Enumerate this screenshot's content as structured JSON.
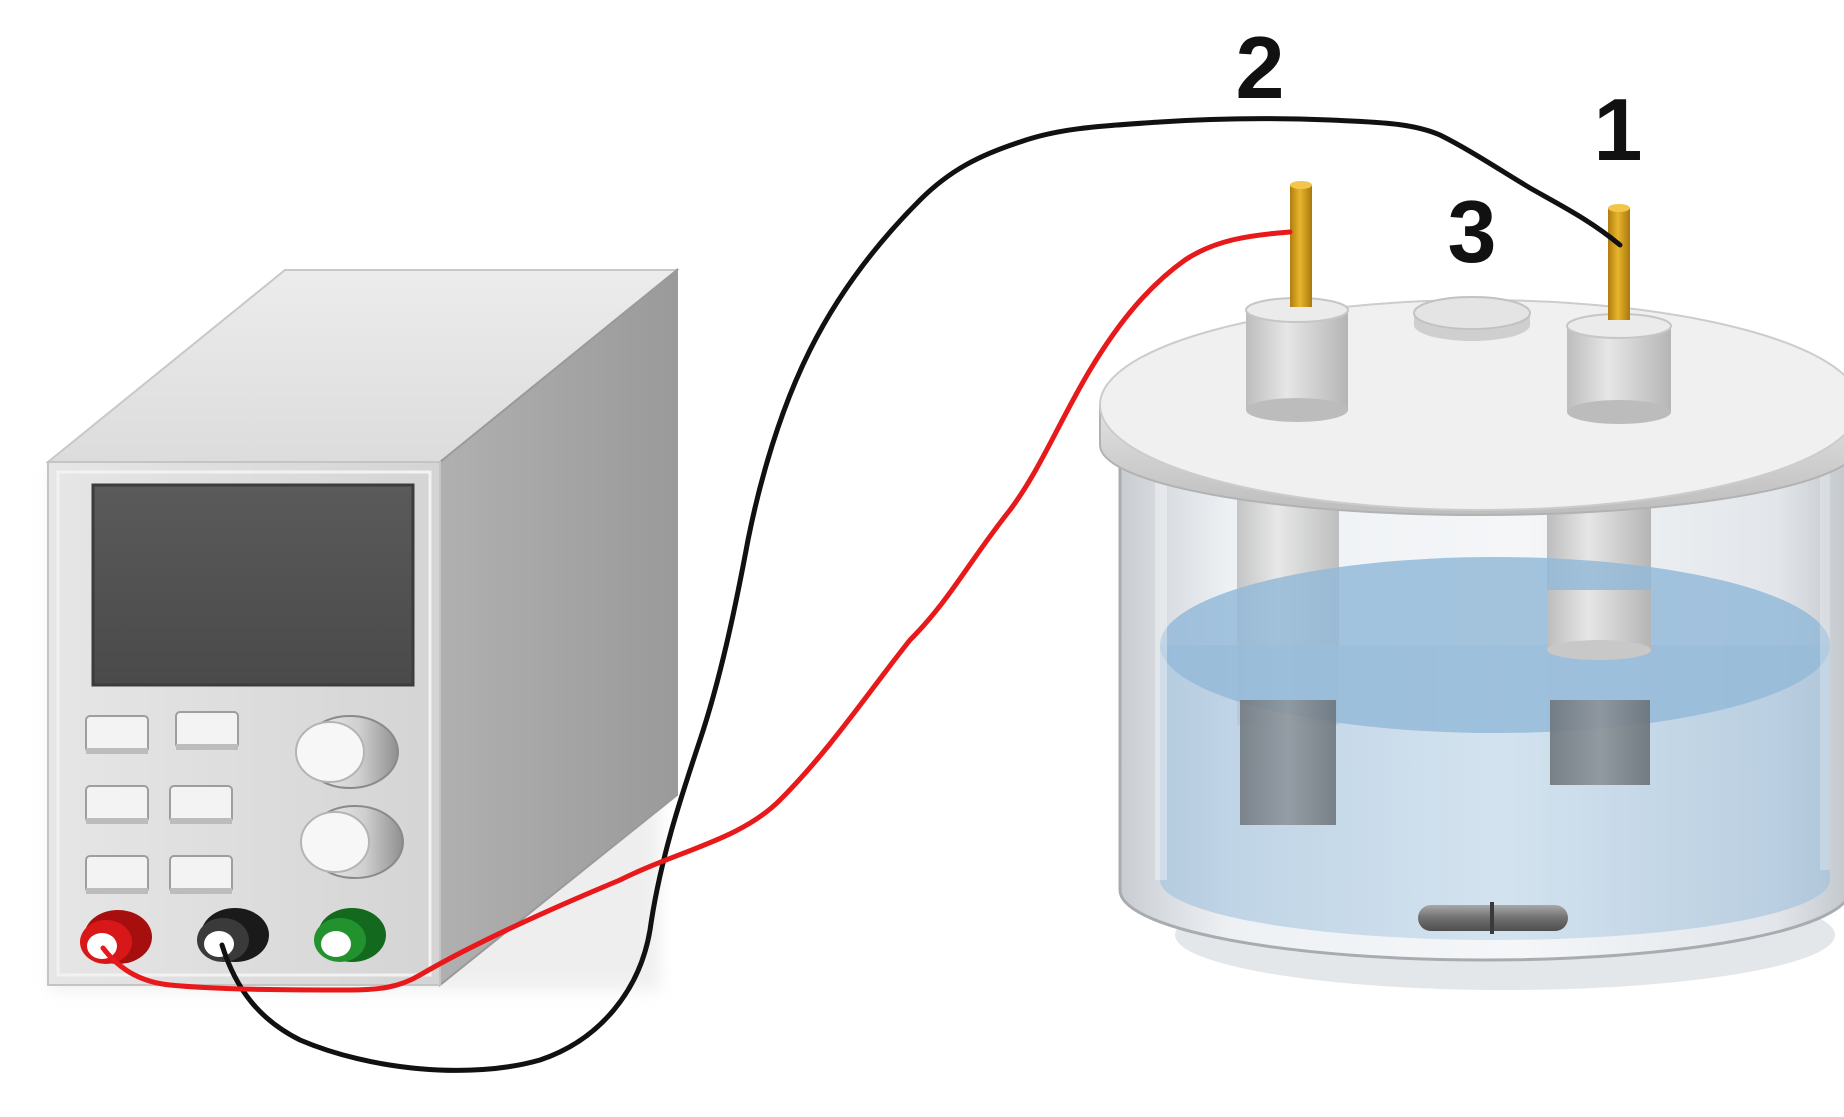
{
  "labels": {
    "electrode_1": "1",
    "electrode_2": "2",
    "port_3": "3"
  },
  "colors": {
    "background": "#ffffff",
    "red_wire": "#e8191a",
    "black_wire": "#111111",
    "electrode_rod": "#d9a21a",
    "electrolyte": "#8db8d8",
    "terminal_red": "#cc1414",
    "terminal_black": "#303030",
    "terminal_green": "#1f8a2e",
    "display_screen": "#555555",
    "device_body": "#d8d8d8"
  },
  "components": {
    "power_supply": "power-supply",
    "cell": "electrolytic-cell",
    "stir_bar": "stir-bar"
  }
}
